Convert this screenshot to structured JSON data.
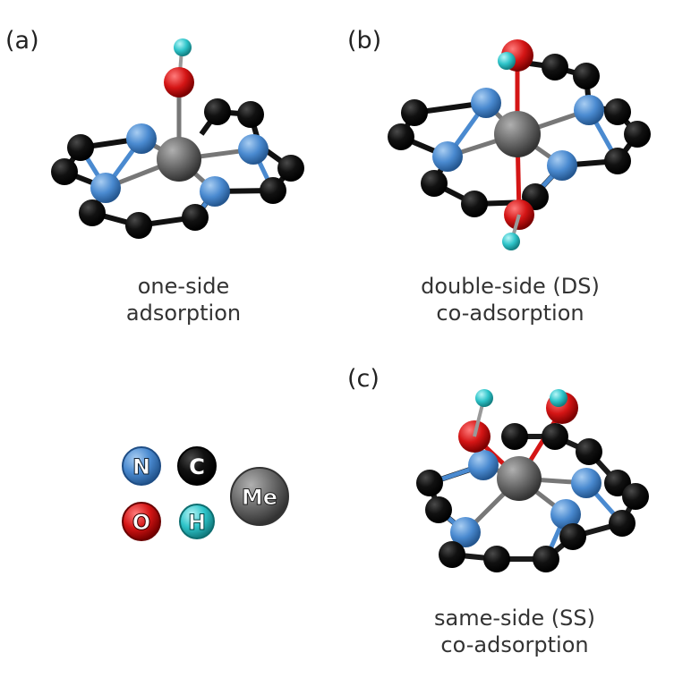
{
  "panels": {
    "a": {
      "label": "(a)",
      "caption_line1": "one-side",
      "caption_line2": "adsorption"
    },
    "b": {
      "label": "(b)",
      "caption_line1": "double-side (DS)",
      "caption_line2": "co-adsorption"
    },
    "c": {
      "label": "(c)",
      "caption_line1": "same-side (SS)",
      "caption_line2": "co-adsorption"
    }
  },
  "legend": {
    "items": [
      {
        "symbol": "N",
        "color": "#4a8ad0"
      },
      {
        "symbol": "C",
        "color": "#111111"
      },
      {
        "symbol": "O",
        "color": "#d41515"
      },
      {
        "symbol": "H",
        "color": "#2ec4c9"
      },
      {
        "symbol": "Me",
        "color": "#6b6b6b"
      }
    ]
  },
  "colors": {
    "nitrogen": "#4a8ad0",
    "carbon": "#111111",
    "oxygen": "#d41515",
    "hydrogen": "#2ec4c9",
    "metal": "#6b6b6b"
  }
}
